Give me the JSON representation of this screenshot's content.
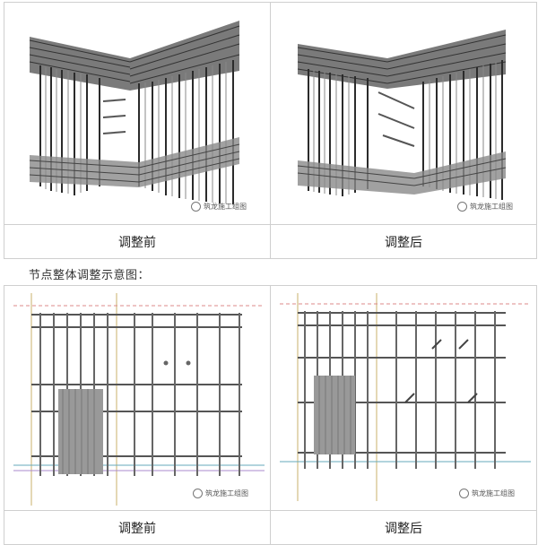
{
  "top_table": {
    "left_caption": "调整前",
    "right_caption": "调整后",
    "watermark_left": "筑龙施工组图",
    "watermark_right": "筑龙施工组图"
  },
  "section_label": "节点整体调整示意图：",
  "bottom_table": {
    "left_caption": "调整前",
    "right_caption": "调整后",
    "watermark_left": "筑龙施工组图",
    "watermark_right": "筑龙施工组图"
  }
}
